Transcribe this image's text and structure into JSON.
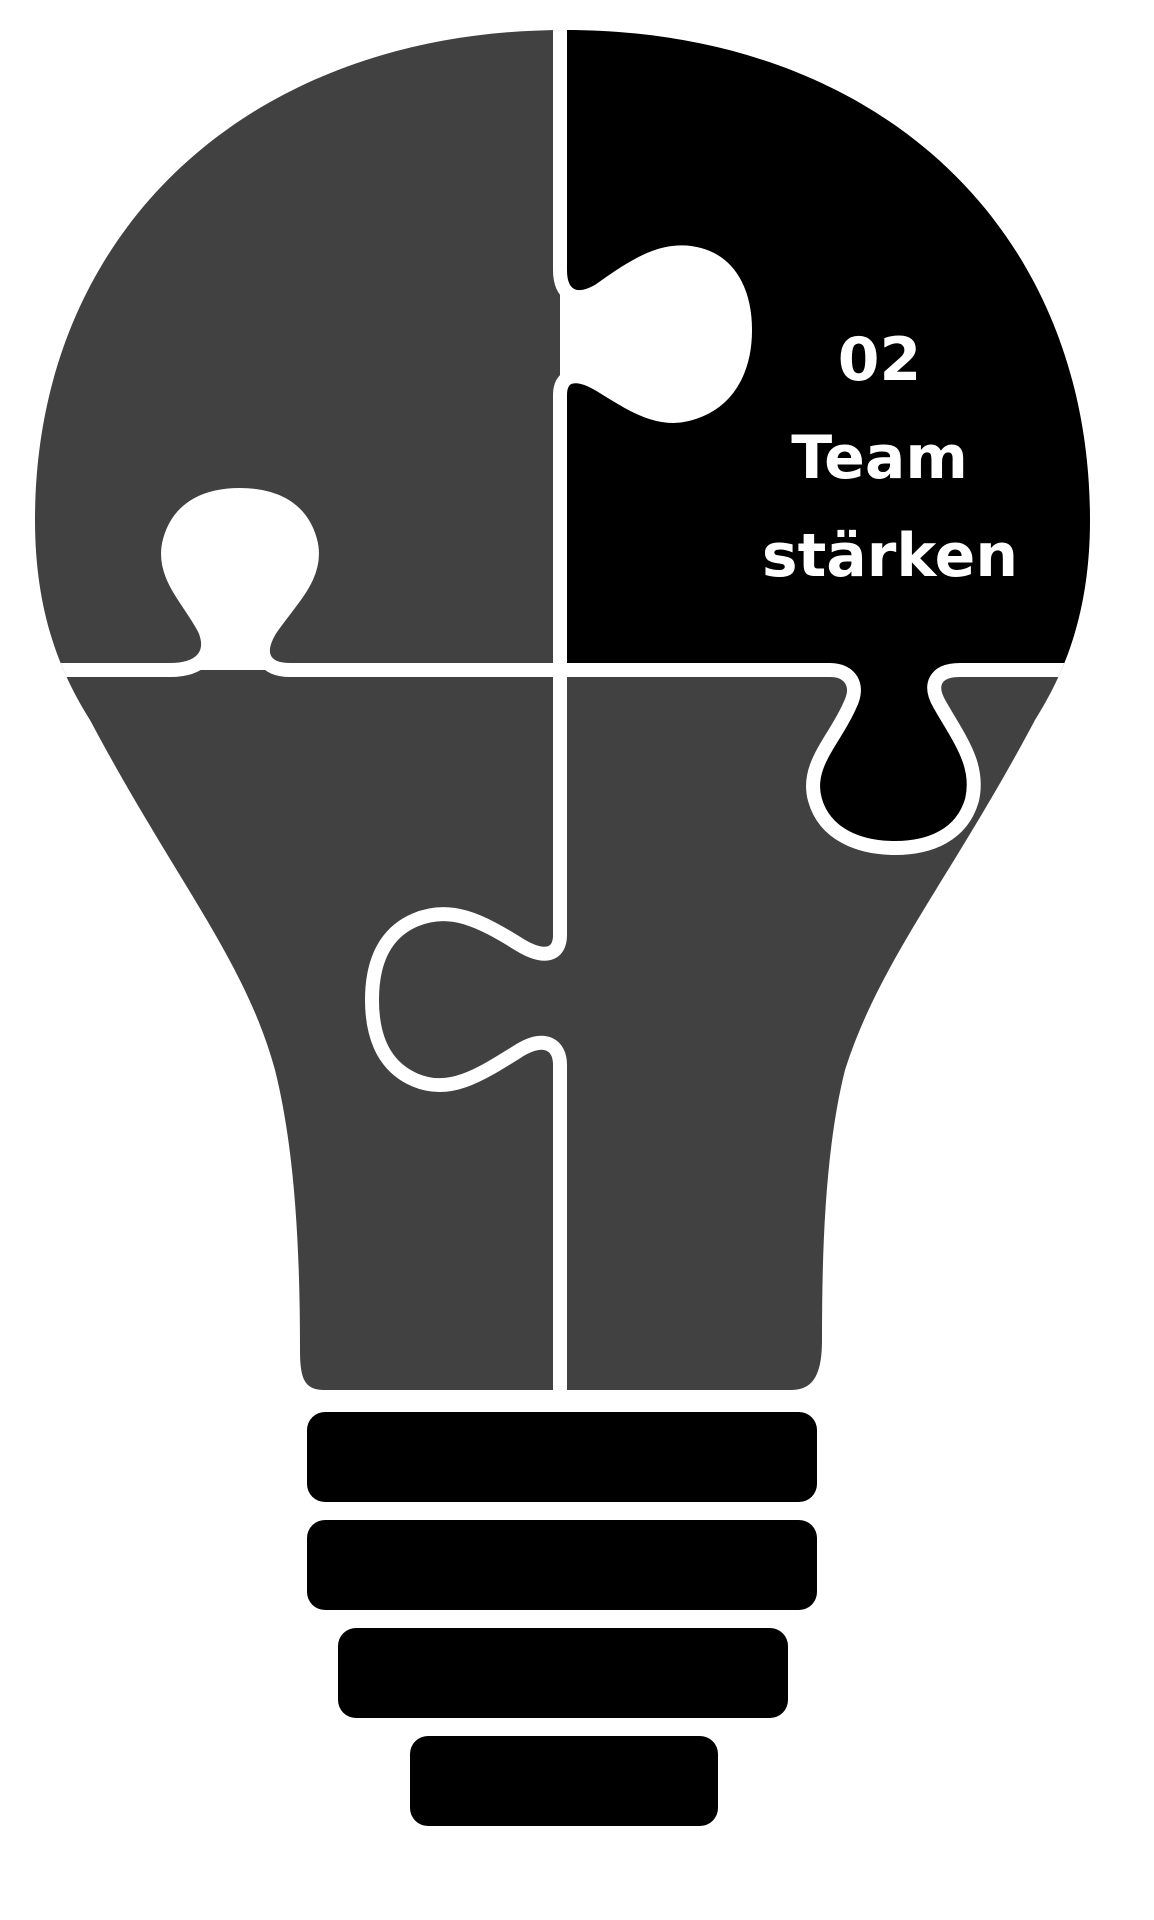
{
  "colors": {
    "background": "#ffffff",
    "piece_gray": "#414141",
    "piece_black": "#000000",
    "seam": "#ffffff",
    "base_band": "#000000",
    "label_text": "#ffffff"
  },
  "pieces": [
    {
      "id": "top-left",
      "shade": "gray",
      "label_lines": []
    },
    {
      "id": "top-right",
      "shade": "black",
      "label_lines": [
        "02",
        "Team",
        "stärken"
      ]
    },
    {
      "id": "bottom-left",
      "shade": "gray",
      "label_lines": []
    },
    {
      "id": "bottom-right",
      "shade": "gray",
      "label_lines": []
    }
  ],
  "base_band_count": 4
}
